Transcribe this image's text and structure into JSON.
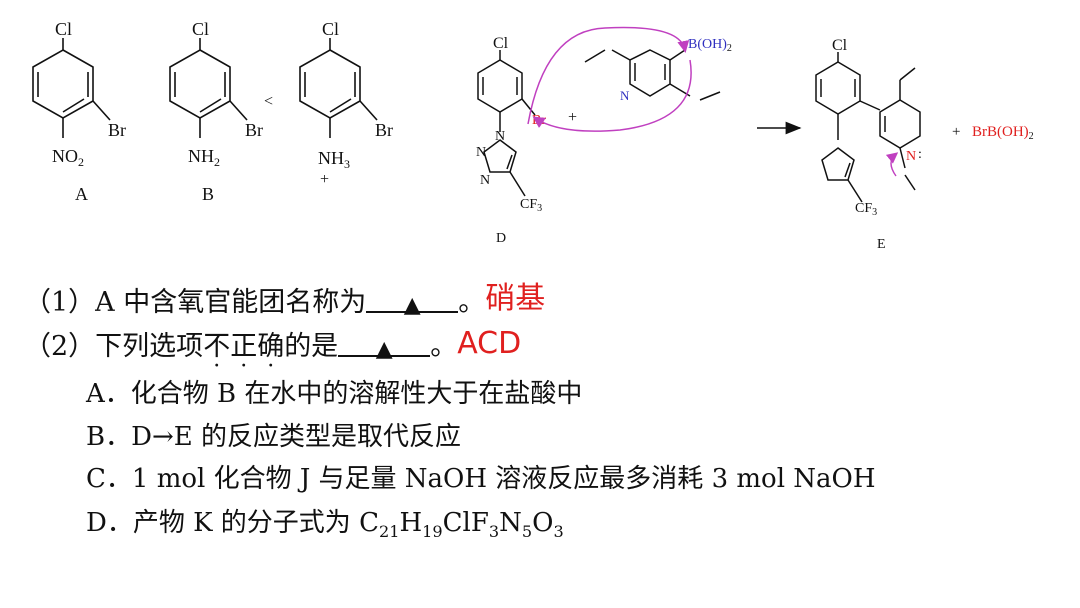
{
  "structures": {
    "A": {
      "label": "A",
      "top": "Cl",
      "side": "Br",
      "bottom": "NO",
      "bottom_sub": "2"
    },
    "B": {
      "label": "B",
      "top": "Cl",
      "side": "Br",
      "bottom": "NH",
      "bottom_sub": "2"
    },
    "C": {
      "top": "Cl",
      "side": "Br",
      "bottom": "NH",
      "bottom_sub": "3",
      "charge": "+"
    },
    "lt_sign": "<",
    "D": {
      "label": "D",
      "top": "Cl",
      "br": "Br",
      "cf3": "CF",
      "cf3_sub": "3"
    },
    "plus1": "+",
    "pyr": {
      "boron": "B(OH)",
      "boron_sub": "2",
      "n": "N"
    },
    "E": {
      "label": "E",
      "top": "Cl",
      "cf3": "CF",
      "cf3_sub": "3",
      "n": "N"
    },
    "plus2": "+",
    "byproduct": "BrB(OH)",
    "byproduct_sub": "2",
    "triazole_n": "N",
    "colors": {
      "purple_arrow": "#c040c0",
      "red_label": "#e0201f",
      "blue_label": "#3030c0"
    }
  },
  "q1": {
    "prefix": "（1）A 中含氧官能团名称为",
    "blank": "▲",
    "suffix": "。",
    "answer": "硝基"
  },
  "q2": {
    "prefix": "（2）下列选项",
    "emph1": "不",
    "emph2": "正",
    "emph3": "确",
    "mid": "的是",
    "blank": "▲",
    "suffix": "。",
    "answer": "ACD"
  },
  "options": [
    "A．化合物 B 在水中的溶解性大于在盐酸中",
    "B．D→E 的反应类型是取代反应",
    "C．1 mol 化合物 J 与足量 NaOH 溶液反应最多消耗 3 mol NaOH"
  ],
  "optD": {
    "prefix": "D．产物 K 的分子式为 C",
    "s1": "21",
    "h": "H",
    "s2": "19",
    "cl": "ClF",
    "s3": "3",
    "n": "N",
    "s4": "5",
    "o": "O",
    "s5": "3"
  }
}
